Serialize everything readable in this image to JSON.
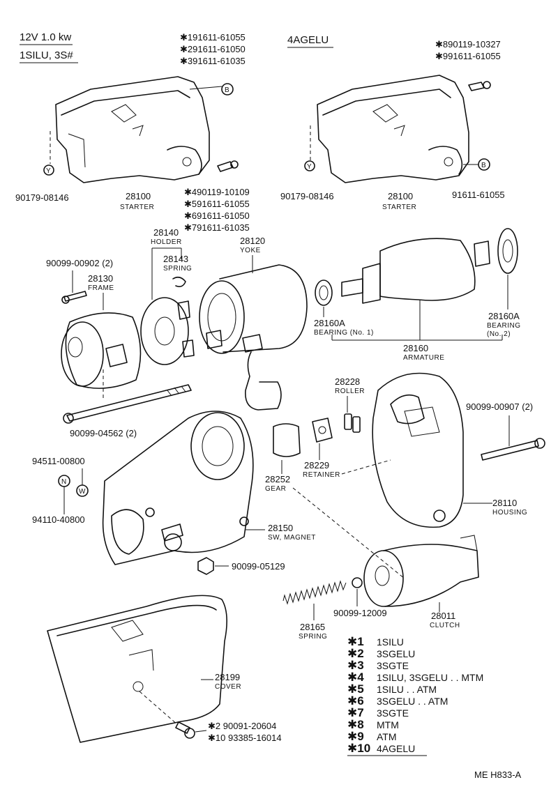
{
  "header": {
    "left_line1": "12V 1.0 kw",
    "left_line2": "1SILU, 3S#",
    "right_title": "4AGELU"
  },
  "refs_left_top": [
    "✱191611-61055",
    "✱291611-61050",
    "✱391611-61035"
  ],
  "refs_right_top": [
    "✱890119-10327",
    "✱991611-61055"
  ],
  "refs_left_mid": [
    "✱490119-10109",
    "✱591611-61055",
    "✱691611-61050",
    "✱791611-61035"
  ],
  "refs_cover_bolt": [
    "✱2  90091-20604",
    "✱10 93385-16014"
  ],
  "callouts": {
    "b_marker": "B",
    "y_marker": "Y",
    "n_marker": "N",
    "w_marker": "W"
  },
  "parts": {
    "p90179_left": "90179-08146",
    "p28100_left": "28100",
    "p28100_left_name": "STARTER",
    "p90179_right": "90179-08146",
    "p28100_right": "28100",
    "p28100_right_name": "STARTER",
    "p91611_right": "91611-61055",
    "p28140": "28140",
    "p28140_name": "HOLDER",
    "p28143": "28143",
    "p28143_name": "SPRING",
    "p28120": "28120",
    "p28120_name": "YOKE",
    "p90099_00902": "90099-00902 (2)",
    "p28130": "28130",
    "p28130_name": "FRAME",
    "p28160A_1": "28160A",
    "p28160A_1_name": "BEARING (No. 1)",
    "p28160A_2": "28160A",
    "p28160A_2_name1": "BEARING",
    "p28160A_2_name2": "(No. 2)",
    "p28160": "28160",
    "p28160_name": "ARMATURE",
    "p28228": "28228",
    "p28228_name": "ROLLER",
    "p90099_04562": "90099-04562 (2)",
    "p90099_00907": "90099-00907 (2)",
    "p94511": "94511-00800",
    "p28229": "28229",
    "p28229_name": "RETAINER",
    "p28252": "28252",
    "p28252_name": "GEAR",
    "p94110": "94110-40800",
    "p28110": "28110",
    "p28110_name": "HOUSING",
    "p28150": "28150",
    "p28150_name": "SW, MAGNET",
    "p90099_05129": "90099-05129",
    "p90099_12009": "90099-12009",
    "p28165": "28165",
    "p28165_name": "SPRING",
    "p28011": "28011",
    "p28011_name": "CLUTCH",
    "p28199": "28199",
    "p28199_name": "COVER"
  },
  "legend": [
    {
      "mark": "✱1",
      "text": "1SILU"
    },
    {
      "mark": "✱2",
      "text": "3SGELU"
    },
    {
      "mark": "✱3",
      "text": "3SGTE"
    },
    {
      "mark": "✱4",
      "text": "1SILU, 3SGELU . . MTM"
    },
    {
      "mark": "✱5",
      "text": "1SILU . . ATM"
    },
    {
      "mark": "✱6",
      "text": "3SGELU . . ATM"
    },
    {
      "mark": "✱7",
      "text": "3SGTE"
    },
    {
      "mark": "✱8",
      "text": "MTM"
    },
    {
      "mark": "✱9",
      "text": "ATM"
    },
    {
      "mark": "✱10",
      "text": "4AGELU"
    }
  ],
  "footer_code": "ME H833-A"
}
